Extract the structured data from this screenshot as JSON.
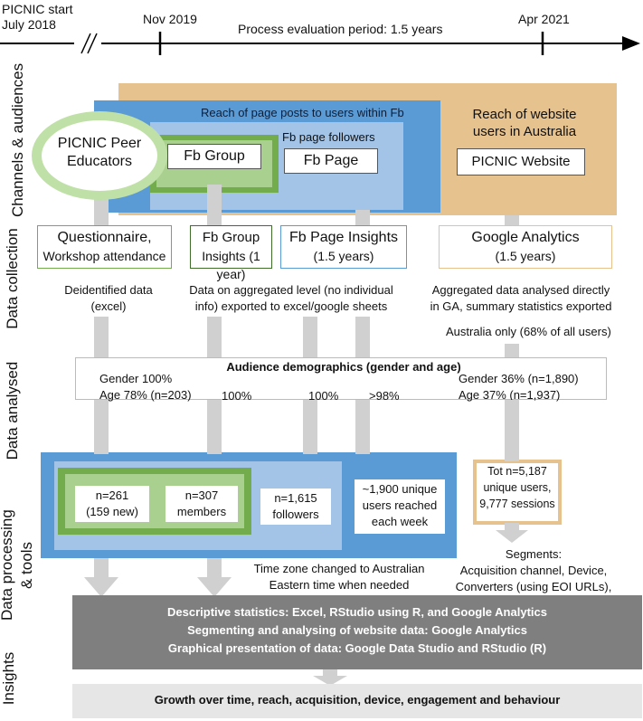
{
  "timeline": {
    "start_label_1": "PICNIC start",
    "start_label_2": "July 2018",
    "nov_label": "Nov 2019",
    "period_label": "Process evaluation period: 1.5 years",
    "apr_label": "Apr 2021"
  },
  "side_labels": {
    "channels": "Channels & audiences",
    "collection": "Data collection",
    "analysed": "Data analysed",
    "processing_1": "Data processing",
    "processing_2": "& tools",
    "insights": "Insights"
  },
  "channels": {
    "website_reach_1": "Reach of website",
    "website_reach_2": "users in Australia",
    "fb_reach": "Reach of page posts to users within Fb",
    "peer_1": "PICNIC Peer",
    "peer_2": "Educators",
    "fb_group": "Fb Group",
    "fb_followers": "Fb page followers",
    "fb_page": "Fb Page",
    "website": "PICNIC Website"
  },
  "collection": {
    "questionnaire_1": "Questionnaire,",
    "questionnaire_2": "Workshop attendance",
    "group_insights_1": "Fb Group",
    "group_insights_2": "Insights (1 year)",
    "page_insights_1": "Fb Page Insights",
    "page_insights_2": "(1.5 years)",
    "ga_1": "Google Analytics",
    "ga_2": "(1.5 years)",
    "note_deid_1": "Deidentified data",
    "note_deid_2": "(excel)",
    "note_agg_1": "Data on aggregated level (no individual",
    "note_agg_2": "info) exported to excel/google sheets",
    "note_ga_1": "Aggregated data analysed directly",
    "note_ga_2": "in GA, summary statistics exported",
    "note_aus": "Australia only (68% of all users)"
  },
  "analysed": {
    "title": "Audience demographics (gender and age)",
    "peer_gender": "Gender 100%",
    "peer_age": "Age 78% (n=203)",
    "group_pct": "100%",
    "page_pct": "100%",
    "reach_pct": ">98%",
    "web_gender": "Gender 36% (n=1,890)",
    "web_age": "Age 37% (n=1,937)"
  },
  "processing": {
    "peer_n_1": "n=261",
    "peer_n_2": "(159 new)",
    "group_n_1": "n=307",
    "group_n_2": "members",
    "page_n_1": "n=1,615",
    "page_n_2": "followers",
    "reach_1": "~1,900 unique",
    "reach_2": "users reached",
    "reach_3": "each week",
    "web_1": "Tot n=5,187",
    "web_2": "unique users,",
    "web_3": "9,777 sessions",
    "tz_1": "Time zone changed to Australian",
    "tz_2": "Eastern time when needed",
    "seg_1": "Segments:",
    "seg_2": "Acquisition channel, Device,",
    "seg_3": "Converters (using EOI URLs),"
  },
  "tools": {
    "line_1": "Descriptive statistics: Excel, RStudio using R, and Google Analytics",
    "line_2": "Segmenting and analysing of website data: Google Analytics",
    "line_3": "Graphical presentation of data: Google Data Studio and RStudio (R)"
  },
  "insights": {
    "line": "Growth over time, reach, acquisition, device, engagement and behaviour"
  },
  "colors": {
    "website_bg": "#e6c28f",
    "fb_blue": "#5b9bd5",
    "light_blue": "#a3c4e6",
    "green_dark": "#72ac4d",
    "green_light": "#a9d08e",
    "gray_arrow": "#d0d0d0",
    "tools_bg": "#7f7f7f",
    "insights_bg": "#e6e6e6"
  }
}
